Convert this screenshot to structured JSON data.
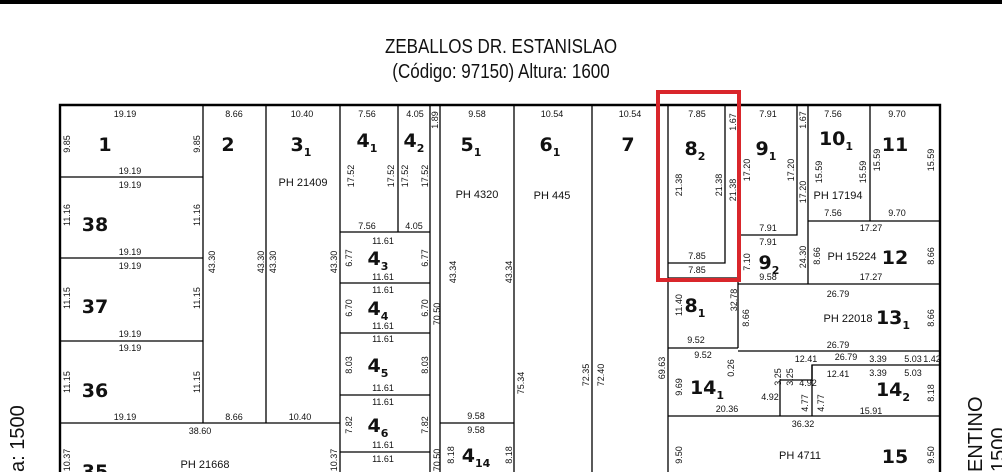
{
  "header": {
    "street": "ZEBALLOS DR. ESTANISLAO",
    "code_line": "(Código: 97150) Altura: 1600"
  },
  "side_streets": {
    "left": "a: 1500",
    "right_name": "ENTINO",
    "right_height": "1500"
  },
  "highlight_color": "#d9262b",
  "lots": [
    {
      "n": "1",
      "sub": ""
    },
    {
      "n": "2",
      "sub": ""
    },
    {
      "n": "3",
      "sub": "1"
    },
    {
      "n": "38",
      "sub": ""
    },
    {
      "n": "37",
      "sub": ""
    },
    {
      "n": "36",
      "sub": ""
    },
    {
      "n": "35",
      "sub": ""
    },
    {
      "n": "4",
      "sub": "1"
    },
    {
      "n": "4",
      "sub": "2"
    },
    {
      "n": "5",
      "sub": "1"
    },
    {
      "n": "6",
      "sub": "1"
    },
    {
      "n": "7",
      "sub": ""
    },
    {
      "n": "8",
      "sub": "2"
    },
    {
      "n": "9",
      "sub": "1"
    },
    {
      "n": "10",
      "sub": "1"
    },
    {
      "n": "11",
      "sub": ""
    },
    {
      "n": "4",
      "sub": "3"
    },
    {
      "n": "4",
      "sub": "4"
    },
    {
      "n": "4",
      "sub": "5"
    },
    {
      "n": "4",
      "sub": "6"
    },
    {
      "n": "4",
      "sub": "14"
    },
    {
      "n": "9",
      "sub": "2"
    },
    {
      "n": "12",
      "sub": ""
    },
    {
      "n": "8",
      "sub": "1"
    },
    {
      "n": "13",
      "sub": "1"
    },
    {
      "n": "14",
      "sub": "1"
    },
    {
      "n": "14",
      "sub": "2"
    },
    {
      "n": "15",
      "sub": ""
    }
  ],
  "ph": [
    "PH 21409",
    "PH 4320",
    "PH 445",
    "PH 17194",
    "PH 15224",
    "PH 22018",
    "PH 21668",
    "PH 4711"
  ],
  "dims_h": [
    "19.19",
    "8.66",
    "10.40",
    "7.56",
    "4.05",
    "9.58",
    "10.54",
    "10.54",
    "7.85",
    "7.91",
    "7.56",
    "9.70",
    "19.19",
    "19.19",
    "19.19",
    "19.19",
    "19.19",
    "19.19",
    "19.19",
    "8.66",
    "10.40",
    "38.60",
    "7.56",
    "4.05",
    "11.61",
    "11.61",
    "11.61",
    "11.61",
    "11.61",
    "11.61",
    "11.61",
    "11.61",
    "11.61",
    "9.58",
    "9.58",
    "7.85",
    "7.85",
    "7.91",
    "7.91",
    "9.58",
    "7.56",
    "9.70",
    "17.27",
    "17.27",
    "26.79",
    "26.79",
    "9.52",
    "9.52",
    "20.36",
    "36.32",
    "15.91",
    "12.41",
    "12.41",
    "26.79",
    "4.92",
    "4.92",
    "3.39",
    "5.03",
    "1.42",
    "3.39",
    "5.03"
  ],
  "dims_v": [
    "9.85",
    "9.85",
    "11.16",
    "11.16",
    "11.15",
    "11.15",
    "11.15",
    "11.15",
    "43.30",
    "43.30",
    "43.30",
    "43.30",
    "17.52",
    "17.52",
    "17.52",
    "17.52",
    "1.89",
    "6.77",
    "6.77",
    "6.70",
    "6.70",
    "8.03",
    "8.03",
    "7.82",
    "7.82",
    "70.50",
    "70.50",
    "43.34",
    "43.34",
    "75.34",
    "72.35",
    "72.40",
    "69.63",
    "21.38",
    "21.38",
    "21.38",
    "1.67",
    "17.20",
    "17.20",
    "17.20",
    "1.67",
    "15.59",
    "15.59",
    "15.59",
    "15.59",
    "7.10",
    "24.30",
    "8.66",
    "8.66",
    "11.40",
    "32.78",
    "8.66",
    "8.66",
    "9.69",
    "0.26",
    "3.25",
    "3.25",
    "4.77",
    "4.77",
    "8.18",
    "9.50",
    "9.50",
    "10.37",
    "10.37",
    "8.18",
    "8.18"
  ]
}
